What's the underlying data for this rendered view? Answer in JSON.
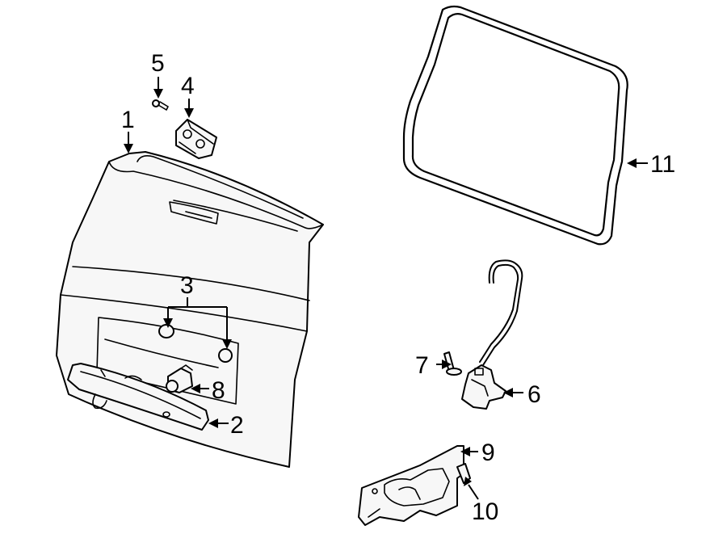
{
  "callouts": [
    {
      "id": "1",
      "label": "1"
    },
    {
      "id": "2",
      "label": "2"
    },
    {
      "id": "3",
      "label": "3"
    },
    {
      "id": "4",
      "label": "4"
    },
    {
      "id": "5",
      "label": "5"
    },
    {
      "id": "6",
      "label": "6"
    },
    {
      "id": "7",
      "label": "7"
    },
    {
      "id": "8",
      "label": "8"
    },
    {
      "id": "9",
      "label": "9"
    },
    {
      "id": "10",
      "label": "10"
    },
    {
      "id": "11",
      "label": "11"
    }
  ],
  "colors": {
    "line": "#000000",
    "part_fill": "#f7f7f7",
    "background": "#ffffff"
  }
}
